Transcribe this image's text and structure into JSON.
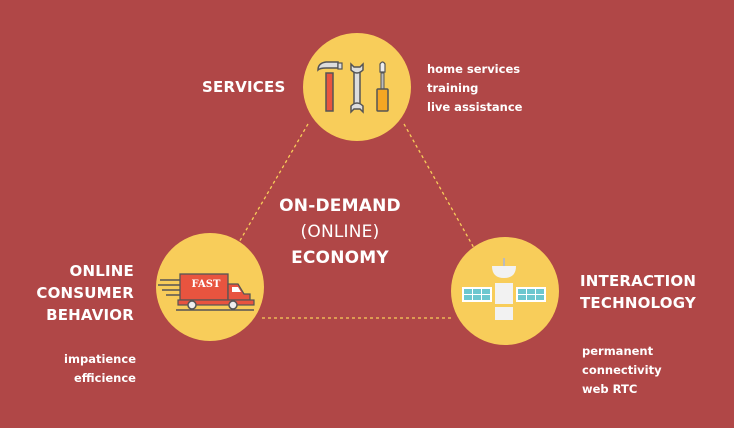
{
  "colors": {
    "background": "#b04747",
    "circle": "#f8cd5a",
    "line": "#f8cd5a"
  },
  "center": {
    "line1": "ON-DEMAND",
    "line2": "(ONLINE)",
    "line3": "ECONOMY"
  },
  "services": {
    "title": "SERVICES",
    "icon": "tools-icon",
    "items": [
      "home services",
      "training",
      "live assistance"
    ]
  },
  "consumer": {
    "title_lines": [
      "ONLINE",
      "CONSUMER",
      "BEHAVIOR"
    ],
    "icon": "delivery-truck-icon",
    "truck_text": "FAST",
    "items": [
      "impatience",
      "efficience"
    ]
  },
  "technology": {
    "title_lines": [
      "INTERACTION",
      "TECHNOLOGY"
    ],
    "icon": "satellite-icon",
    "items": [
      "permanent",
      "connectivity",
      "web RTC"
    ]
  }
}
